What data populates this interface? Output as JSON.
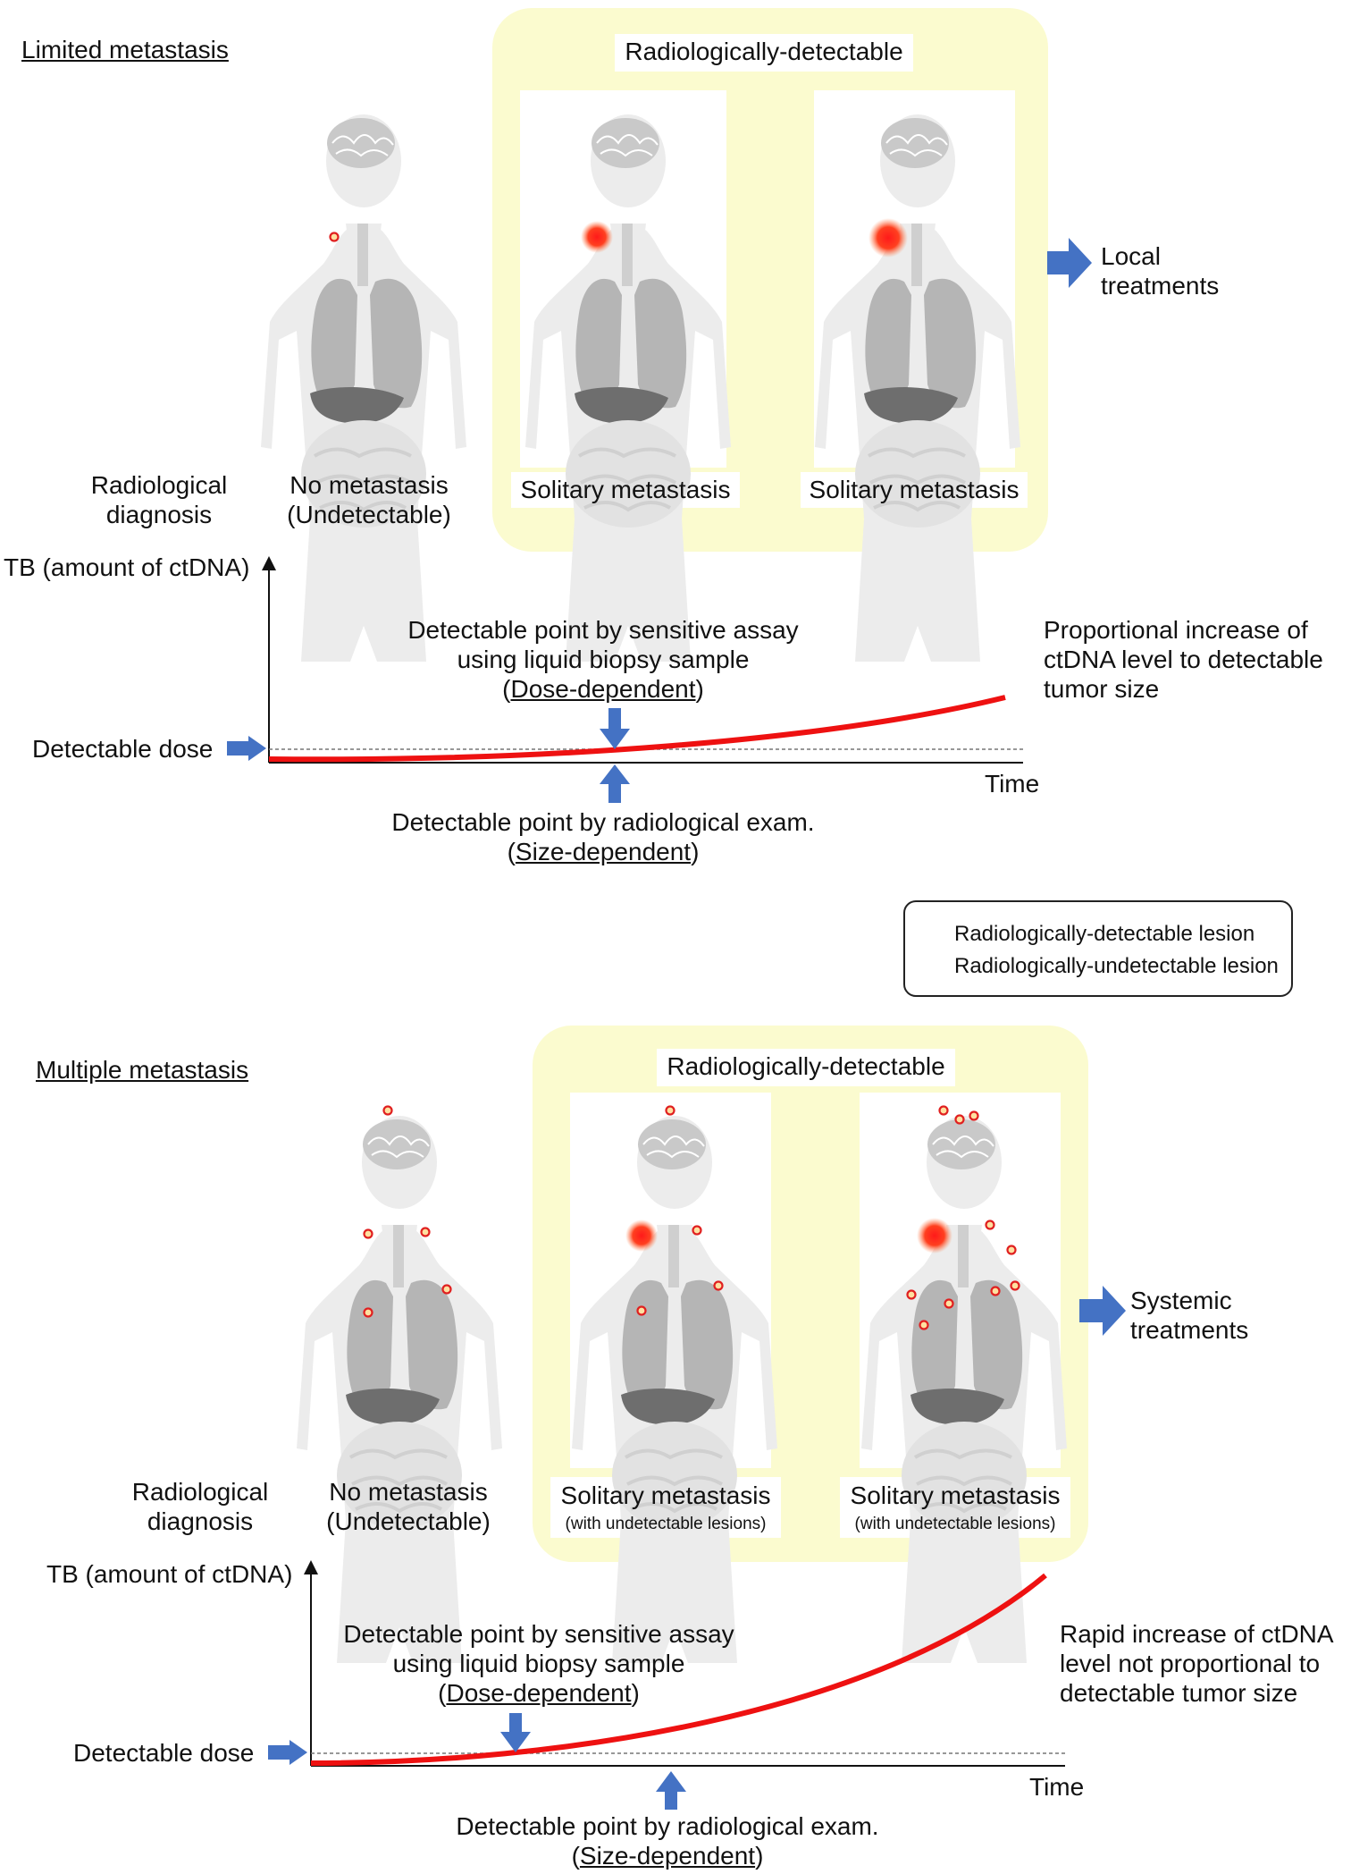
{
  "sections": [
    {
      "title": "Limited metastasis",
      "box_title": "Radiologically-detectable",
      "rad_diag": [
        "Radiological",
        "diagnosis"
      ],
      "fig1": [
        "No metastasis",
        "(Undetectable)"
      ],
      "fig2": "Solitary metastasis",
      "fig3": "Solitary metastasis",
      "treatment": [
        "Local",
        "treatments"
      ],
      "y_label": "TB (amount of ctDNA)",
      "x_label": "Time",
      "detectable_dose": "Detectable dose",
      "assay_note": [
        "Detectable point by sensitive assay",
        "using liquid biopsy sample"
      ],
      "assay_dep": "Dose-dependent",
      "exam_note": "Detectable point by radiological exam.",
      "exam_dep": "Size-dependent",
      "curve_note": [
        "Proportional increase of",
        "ctDNA level to detectable",
        "tumor size"
      ]
    },
    {
      "title": "Multiple metastasis",
      "box_title": "Radiologically-detectable",
      "rad_diag": [
        "Radiological",
        "diagnosis"
      ],
      "fig1": [
        "No metastasis",
        "(Undetectable)"
      ],
      "fig2": "Solitary metastasis",
      "fig2_sub": "(with undetectable lesions)",
      "fig3": "Solitary metastasis",
      "fig3_sub": "(with undetectable lesions)",
      "treatment": [
        "Systemic",
        "treatments"
      ],
      "y_label": "TB (amount of ctDNA)",
      "x_label": "Time",
      "detectable_dose": "Detectable dose",
      "assay_note": [
        "Detectable point by sensitive assay",
        "using liquid biopsy sample"
      ],
      "assay_dep": "Dose-dependent",
      "exam_note": "Detectable point by radiological exam.",
      "exam_dep": "Size-dependent",
      "curve_note": [
        "Rapid increase of ctDNA",
        "level not proportional to",
        "detectable tumor size"
      ]
    }
  ],
  "legend": {
    "detectable": "Radiologically-detectable lesion",
    "undetectable": "Radiologically-undetectable lesion"
  },
  "colors": {
    "curve": "#ee1111",
    "arrow": "#4472c4",
    "box": "#fbfbcf"
  }
}
